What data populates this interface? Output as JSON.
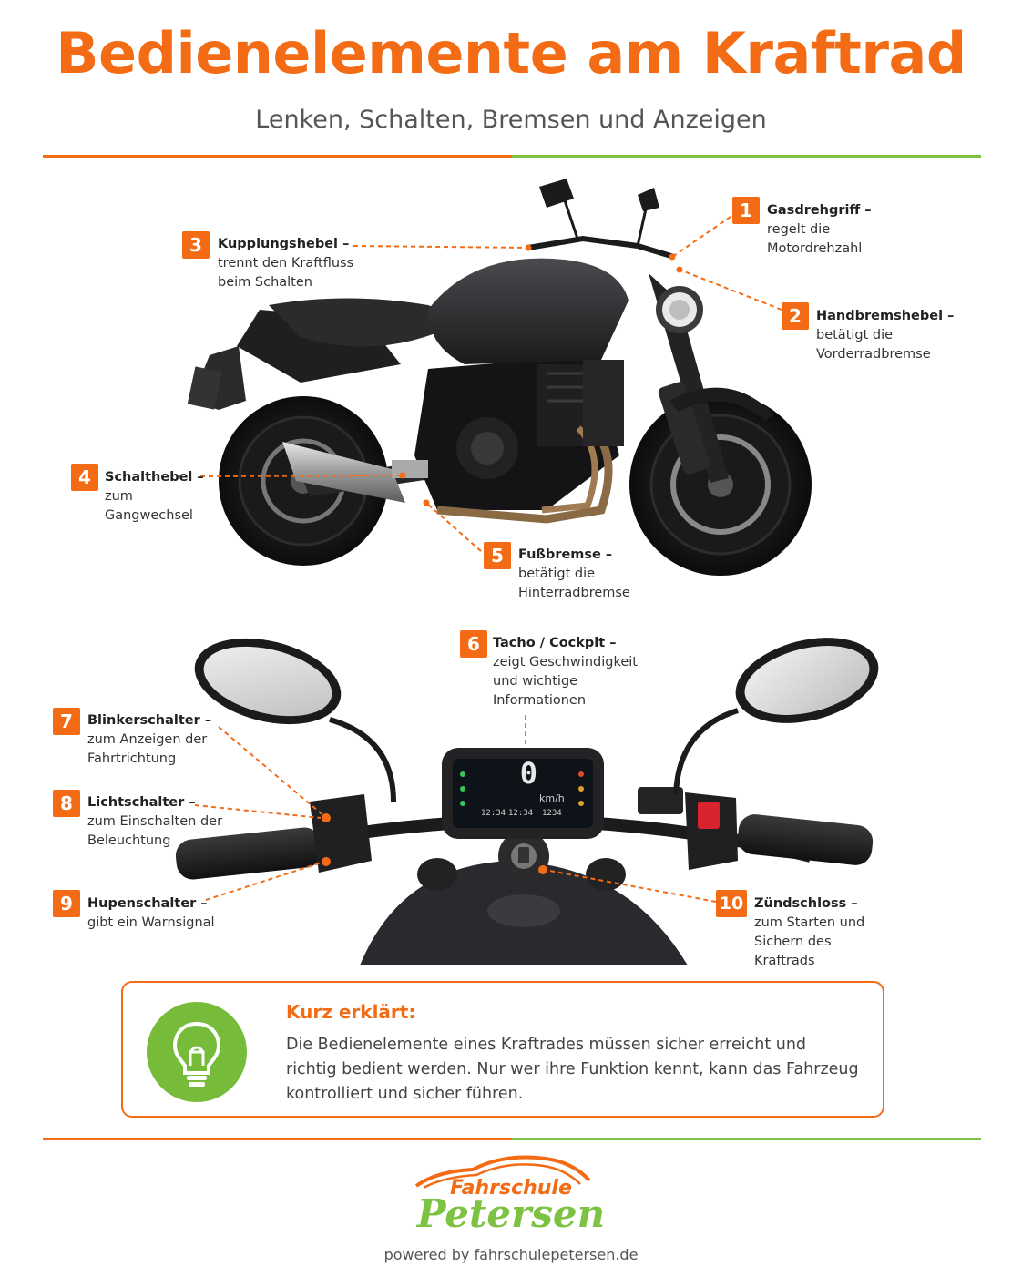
{
  "header": {
    "title": "Bedienelemente am Kraftrad",
    "subtitle": "Lenken, Schalten, Bremsen und Anzeigen"
  },
  "colors": {
    "accent": "#f36c15",
    "green": "#7dc242",
    "bike": "#1e1e20",
    "cockpit": "#0d1318"
  },
  "callouts": [
    {
      "num": "1",
      "title": "Gasdrehgriff –",
      "lines": [
        "regelt die",
        "Motordrehzahl"
      ]
    },
    {
      "num": "2",
      "title": "Handbremshebel –",
      "lines": [
        "betätigt die",
        "Vorderradbremse"
      ]
    },
    {
      "num": "3",
      "title": "Kupplungshebel –",
      "lines": [
        "trennt den Kraftfluss",
        "beim Schalten"
      ]
    },
    {
      "num": "4",
      "title": "Schalthebel –",
      "lines": [
        "zum",
        "Gangwechsel"
      ]
    },
    {
      "num": "5",
      "title": "Fußbremse –",
      "lines": [
        "betätigt die",
        "Hinterradbremse"
      ]
    },
    {
      "num": "6",
      "title": "Tacho / Cockpit –",
      "lines": [
        "zeigt Geschwindigkeit",
        "und wichtige",
        "Informationen"
      ]
    },
    {
      "num": "7",
      "title": "Blinkerschalter –",
      "lines": [
        "zum Anzeigen der",
        "Fahrtrichtung"
      ]
    },
    {
      "num": "8",
      "title": "Lichtschalter –",
      "lines": [
        "zum Einschalten der",
        "Beleuchtung"
      ]
    },
    {
      "num": "9",
      "title": "Hupenschalter –",
      "lines": [
        "gibt ein Warnsignal"
      ]
    },
    {
      "num": "10",
      "title": "Zündschloss –",
      "lines": [
        "zum Starten und",
        "Sichern des",
        "Kraftrads"
      ]
    }
  ],
  "cockpit": {
    "speed": "0",
    "unit": "km/h",
    "odo_left": "12:34",
    "odo_mid": "12:34",
    "odo_right": "1234"
  },
  "info": {
    "title": "Kurz erklärt:",
    "text": "Die Bedienelemente eines Kraftrades müssen sicher erreicht und richtig bedient werden. Nur wer ihre Funktion kennt, kann das Fahrzeug kontrolliert und sicher führen.",
    "icon": "lightbulb-icon"
  },
  "footer": {
    "logo_top": "Fahrschule",
    "logo_main": "Petersen",
    "powered": "powered by fahrschulepetersen.de"
  }
}
